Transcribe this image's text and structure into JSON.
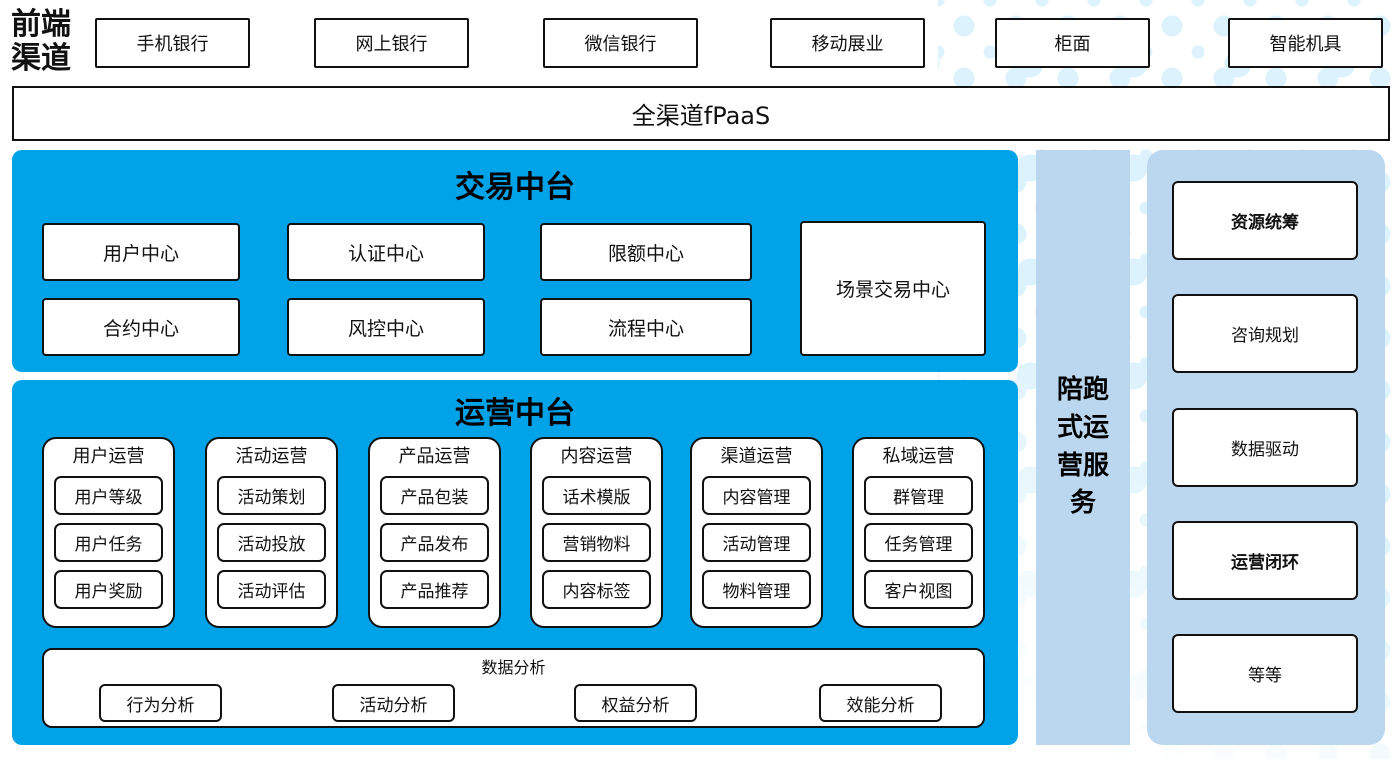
{
  "colors": {
    "accent_blue": "#00A2E8",
    "light_blue": "#BBD7EF",
    "dot_blue": "#DCF2FC"
  },
  "front_channels": {
    "label": "前端渠道",
    "items": [
      "手机银行",
      "网上银行",
      "微信银行",
      "移动展业",
      "柜面",
      "智能机具"
    ]
  },
  "fpaas_bar": {
    "label": "全渠道fPaaS"
  },
  "transaction_platform": {
    "title": "交易中台",
    "rows": [
      [
        "用户中心",
        "认证中心",
        "限额中心"
      ],
      [
        "合约中心",
        "风控中心",
        "流程中心"
      ]
    ],
    "tall_box": "场景交易中心"
  },
  "operation_platform": {
    "title": "运营中台",
    "columns": [
      {
        "header": "用户运营",
        "items": [
          "用户等级",
          "用户任务",
          "用户奖励"
        ]
      },
      {
        "header": "活动运营",
        "items": [
          "活动策划",
          "活动投放",
          "活动评估"
        ]
      },
      {
        "header": "产品运营",
        "items": [
          "产品包装",
          "产品发布",
          "产品推荐"
        ]
      },
      {
        "header": "内容运营",
        "items": [
          "话术模版",
          "营销物料",
          "内容标签"
        ]
      },
      {
        "header": "渠道运营",
        "items": [
          "内容管理",
          "活动管理",
          "物料管理"
        ]
      },
      {
        "header": "私域运营",
        "items": [
          "群管理",
          "任务管理",
          "客户视图"
        ]
      }
    ],
    "analysis": {
      "title": "数据分析",
      "items": [
        "行为分析",
        "活动分析",
        "权益分析",
        "效能分析"
      ]
    }
  },
  "side_service": {
    "label": "陪跑式运营服务"
  },
  "right_panel": {
    "items": [
      "资源统筹",
      "咨询规划",
      "数据驱动",
      "运营闭环",
      "等等"
    ]
  }
}
